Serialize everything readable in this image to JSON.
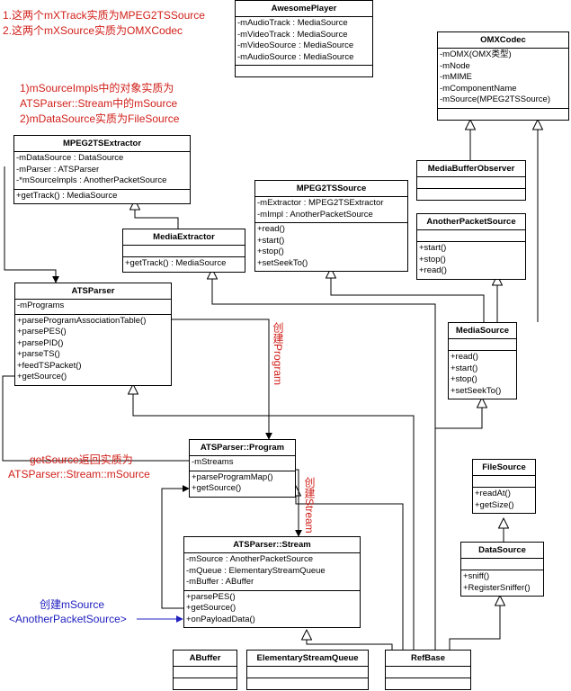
{
  "annotations": {
    "mxtrack_note": "1.这两个mXTrack实质为MPEG2TSSource",
    "mxsource_note": "2.这两个mXSource实质为OMXCodec",
    "impls_note_1": "1)mSourceImpls中的对象实质为",
    "impls_note_2": "ATSParser::Stream中的mSource",
    "datasource_note": "2)mDataSource实质为FileSource",
    "create_program": "创建Program",
    "getsource_note_1": "getSource返回实质为",
    "getsource_note_2": "ATSParser::Stream::mSource",
    "create_stream": "创建Stream",
    "create_msource_1": "创建mSource",
    "create_msource_2": "<AnotherPacketSource>"
  },
  "classes": {
    "awesome_player": {
      "name": "AwesomePlayer",
      "attributes": [
        "-mAudioTrack : MediaSource",
        "-mVideoTrack : MediaSource",
        "-mVideoSource : MediaSource",
        "-mAudioSource : MediaSource"
      ],
      "methods": []
    },
    "omx_codec": {
      "name": "OMXCodec",
      "attributes": [
        "-mOMX(OMX类型)",
        "-mNode",
        "-mMIME",
        "-mComponentName",
        "-mSource(MPEG2TSSource)"
      ],
      "methods": []
    },
    "mpeg2ts_extractor": {
      "name": "MPEG2TSExtractor",
      "attributes": [
        "-mDataSource : DataSource",
        "-mParser : ATSParser",
        "-*mSourceImpls : AnotherPacketSource"
      ],
      "methods": [
        "+getTrack() : MediaSource"
      ]
    },
    "mpeg2ts_source": {
      "name": "MPEG2TSSource",
      "attributes": [
        "-mExtractor : MPEG2TSExtractor",
        "-mImpl : AnotherPacketSource"
      ],
      "methods": [
        "+read()",
        "+start()",
        "+stop()",
        "+setSeekTo()"
      ]
    },
    "media_buffer_observer": {
      "name": "MediaBufferObserver",
      "attributes": [],
      "methods": []
    },
    "media_extractor": {
      "name": "MediaExtractor",
      "attributes": [],
      "methods": [
        "+getTrack() : MediaSource"
      ]
    },
    "another_packet_source": {
      "name": "AnotherPacketSource",
      "attributes": [],
      "methods": [
        "+start()",
        "+stop()",
        "+read()"
      ]
    },
    "ats_parser": {
      "name": "ATSParser",
      "attributes": [
        "-mPrograms"
      ],
      "methods": [
        "+parseProgramAssociationTable()",
        "+parsePES()",
        "+parsePID()",
        "+parseTS()",
        "+feedTSPacket()",
        "+getSource()"
      ]
    },
    "media_source": {
      "name": "MediaSource",
      "attributes": [],
      "methods": [
        "+read()",
        "+start()",
        "+stop()",
        "+setSeekTo()"
      ]
    },
    "ats_program": {
      "name": "ATSParser::Program",
      "attributes": [
        "-mStreams"
      ],
      "methods": [
        "+parseProgramMap()",
        "+getSource()"
      ]
    },
    "file_source": {
      "name": "FileSource",
      "attributes": [],
      "methods": [
        "+readAt()",
        "+getSize()"
      ]
    },
    "data_source": {
      "name": "DataSource",
      "attributes": [],
      "methods": [
        "+sniff()",
        "+RegisterSniffer()"
      ]
    },
    "ats_stream": {
      "name": "ATSParser::Stream",
      "attributes": [
        "-mSource : AnotherPacketSource",
        "-mQueue : ElementaryStreamQueue",
        "-mBuffer : ABuffer"
      ],
      "methods": [
        "+parsePES()",
        "+getSource()",
        "+onPayloadData()"
      ]
    },
    "abuffer": {
      "name": "ABuffer",
      "attributes": [],
      "methods": []
    },
    "elementary_stream_queue": {
      "name": "ElementaryStreamQueue",
      "attributes": [],
      "methods": []
    },
    "refbase": {
      "name": "RefBase",
      "attributes": [],
      "methods": []
    }
  }
}
